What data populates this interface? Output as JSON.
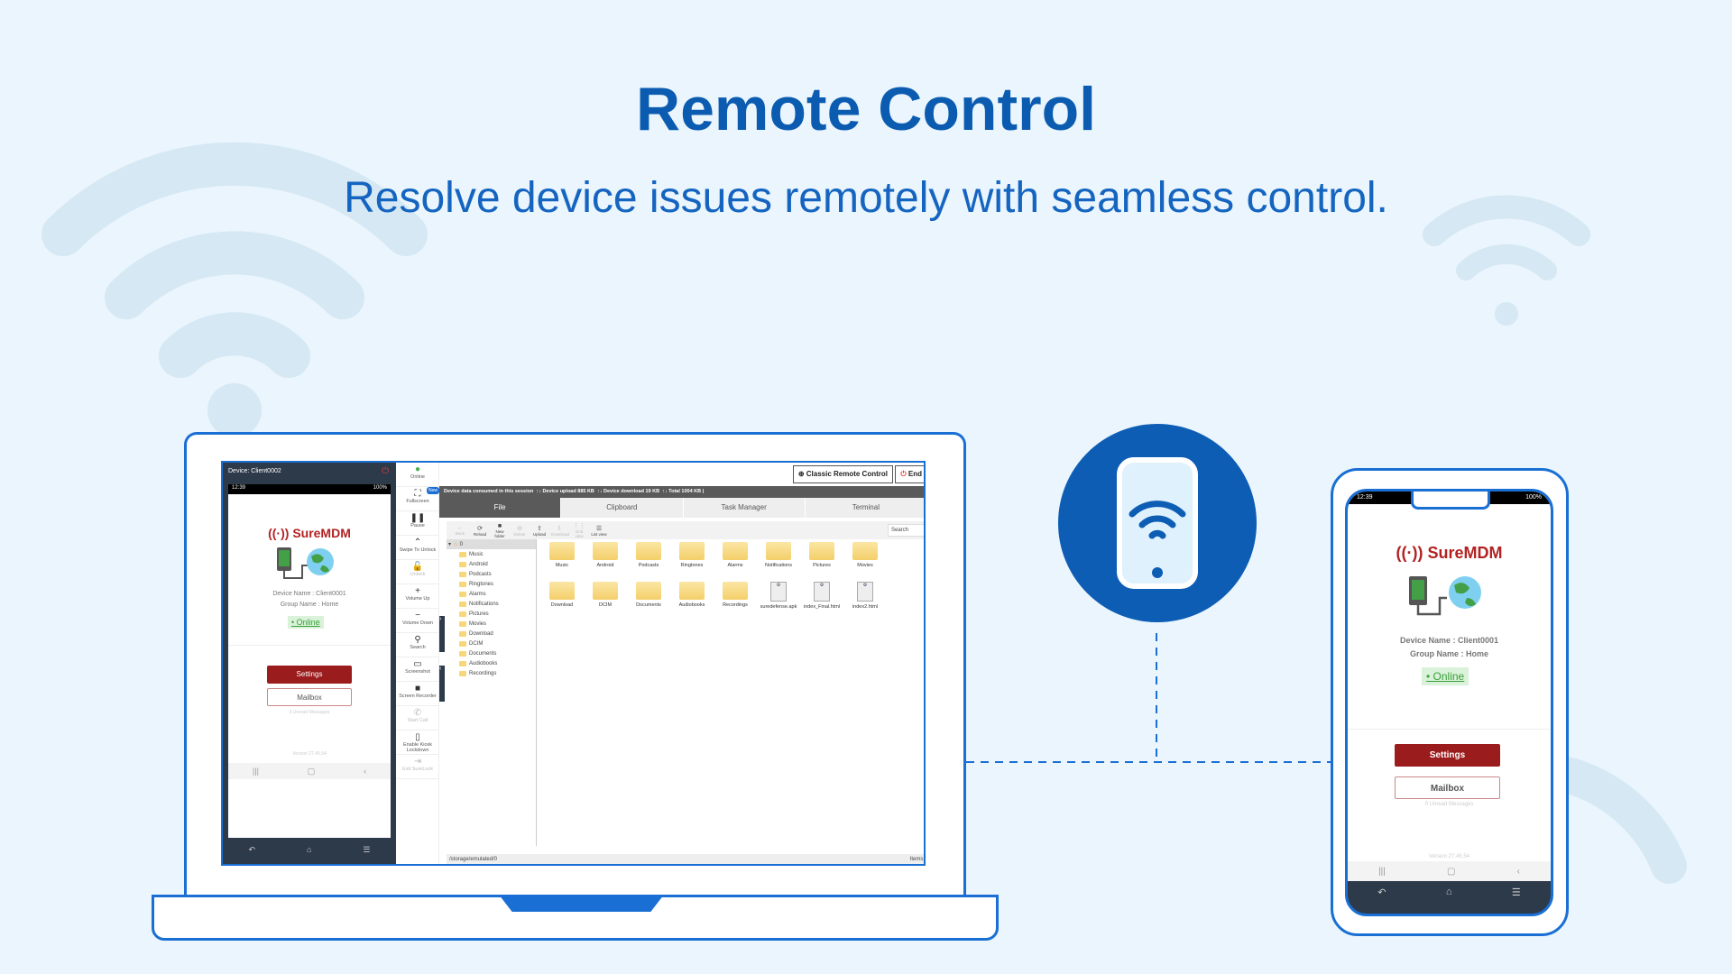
{
  "header": {
    "title": "Remote Control",
    "subtitle": "Resolve device issues remotely with seamless control."
  },
  "colors": {
    "accent": "#1a6fd4",
    "title": "#0b5cb0",
    "brand_red": "#9b1c1c",
    "online_green": "#3aa03a"
  },
  "device_panel": {
    "title": "Device: Client0002",
    "status_time": "12:39",
    "status_right": "100%",
    "logo": "SureMDM",
    "device_name": "Device Name : Client0001",
    "group_name": "Group Name : Home",
    "status": "• Online",
    "settings": "Settings",
    "mailbox": "Mailbox",
    "unread": "0 Unread Messages",
    "version": "Version 27.45.54"
  },
  "tools": [
    {
      "label": "Online",
      "icon": "status-dot",
      "dis": false
    },
    {
      "label": "Fullscreen",
      "icon": "fullscreen",
      "dis": false,
      "badge": "New"
    },
    {
      "label": "Pause",
      "icon": "pause",
      "dis": false
    },
    {
      "label": "Swipe To Unlock",
      "icon": "swipe-up",
      "dis": false
    },
    {
      "label": "Unlock",
      "icon": "unlock",
      "dis": true
    },
    {
      "label": "Volume Up",
      "icon": "plus",
      "dis": false
    },
    {
      "label": "Volume Down",
      "icon": "minus",
      "dis": false
    },
    {
      "label": "Search",
      "icon": "search",
      "dis": false
    },
    {
      "label": "Screenshot",
      "icon": "monitor",
      "dis": false
    },
    {
      "label": "Screen Recorder",
      "icon": "video",
      "dis": false
    },
    {
      "label": "Start Call",
      "icon": "phone",
      "dis": true
    },
    {
      "label": "Enable Kiosk Lockdown",
      "icon": "kiosk",
      "dis": false
    },
    {
      "label": "Exit SureLock",
      "icon": "exit",
      "dis": true
    }
  ],
  "main": {
    "classic_btn": "Classic Remote Control",
    "end_btn": "End",
    "data_bar": {
      "label": "Device data consumed in this session",
      "upload": "Device upload 885 KB",
      "download": "Device download 19 KB",
      "total": "Total 1004 KB"
    },
    "tabs": [
      "File",
      "Clipboard",
      "Task Manager",
      "Terminal"
    ],
    "toolbar": [
      {
        "label": "Back",
        "icon": "←",
        "dis": true
      },
      {
        "label": "Reload",
        "icon": "⟳",
        "dis": false
      },
      {
        "label": "New folder",
        "icon": "■",
        "dis": false
      },
      {
        "label": "Delete",
        "icon": "⊖",
        "dis": true
      },
      {
        "label": "Upload",
        "icon": "⇧",
        "dis": false
      },
      {
        "label": "Download",
        "icon": "⇩",
        "dis": true
      },
      {
        "label": "Grid view",
        "icon": "⋮⋮",
        "dis": true
      },
      {
        "label": "List view",
        "icon": "☰",
        "dis": false
      }
    ],
    "search_placeholder": "Search",
    "tree_root": "0",
    "tree": [
      "Music",
      "Android",
      "Podcasts",
      "Ringtones",
      "Alarms",
      "Notifications",
      "Pictures",
      "Movies",
      "Download",
      "DCIM",
      "Documents",
      "Audiobooks",
      "Recordings"
    ],
    "folders": [
      "Music",
      "Android",
      "Podcasts",
      "Ringtones",
      "Alarms",
      "Notifications",
      "Pictures",
      "Movies",
      "Download",
      "DCIM",
      "Documents",
      "Audiobooks",
      "Recordings"
    ],
    "files": [
      "suredefense.apk",
      "index_Final.html",
      "index2.html"
    ],
    "path": "/storage/emulated/0",
    "items_label": "Items:"
  }
}
